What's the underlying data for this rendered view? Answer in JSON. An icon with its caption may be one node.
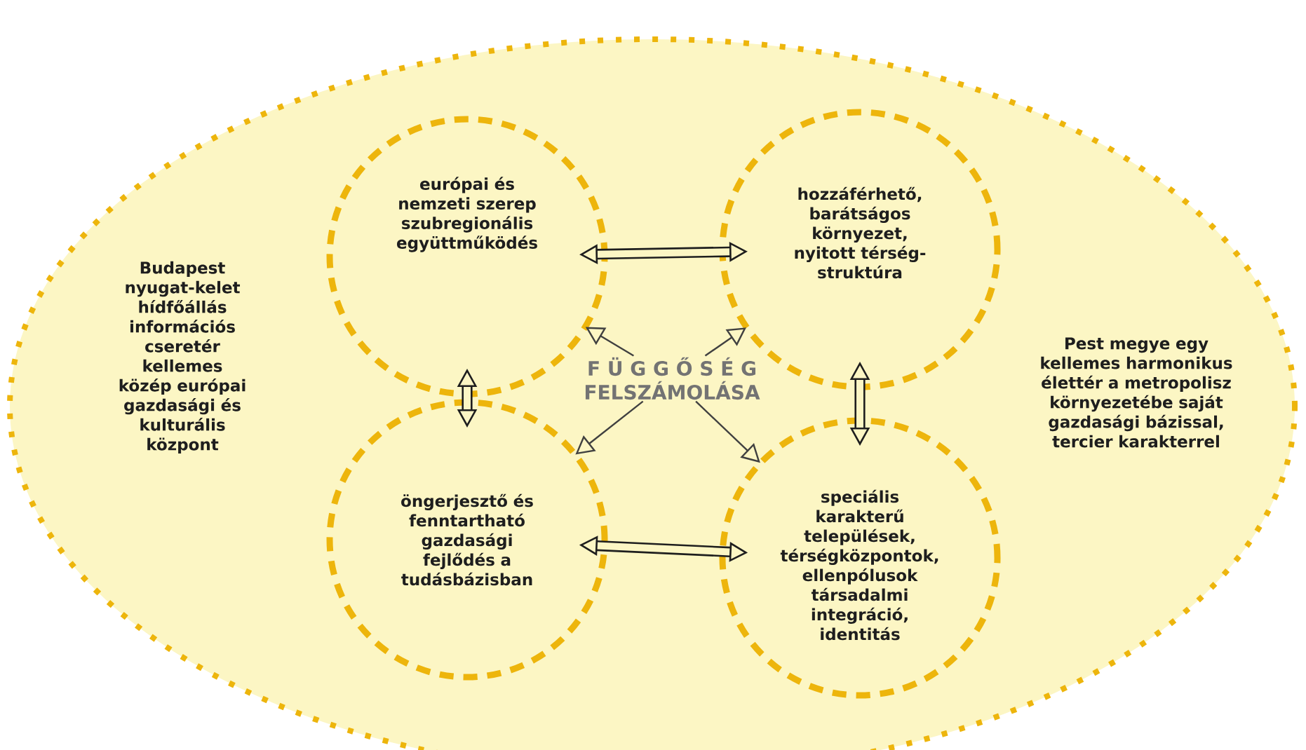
{
  "diagram": {
    "nodes": [
      {
        "text": [
          "Budapest nyugat-kelet hídfőállás információs cseretér kellemes közép európai gazdasági és kulturális központ",
          "Pest megye egy kellemes harmonikus élettér a metropolisz környezetébe saját gazdasági bázissal, tercier karakterrel"
        ]
      },
      {
        "text": [
          "európai és nemzeti szerep szubregionális együttműködés"
        ],
        "in": 0
      },
      {
        "text": [
          "hozzáférhető, barátságos környezet, nyitott térség-struktúra"
        ],
        "in": 0
      },
      {
        "text": [
          "öngerjesztő és fenntartható gazdasági fejlődés a tudásbázisban"
        ],
        "in": 0
      },
      {
        "text": [
          "speciális karakterű települések, térségközpontok, ellenpólusok társadalmi integráció, identitás"
        ],
        "in": 0
      },
      {
        "text": [
          "F Ü G G Ő S É G",
          "FELSZÁMOLÁSA"
        ],
        "in": 0
      }
    ],
    "edges": [
      {
        "from": 1,
        "to": 2,
        "arrow": "both",
        "style": "thick"
      },
      {
        "from": 1,
        "to": 3,
        "arrow": "both",
        "style": "thick"
      },
      {
        "from": 2,
        "to": 4,
        "arrow": "both",
        "style": "thick"
      },
      {
        "from": 3,
        "to": 4,
        "arrow": "both",
        "style": "thick"
      },
      {
        "from": 5,
        "to": 1,
        "arrow": "to"
      },
      {
        "from": 5,
        "to": 2,
        "arrow": "to"
      },
      {
        "from": 5,
        "to": 3,
        "arrow": "to"
      },
      {
        "from": 5,
        "to": 4,
        "arrow": "to"
      }
    ]
  }
}
